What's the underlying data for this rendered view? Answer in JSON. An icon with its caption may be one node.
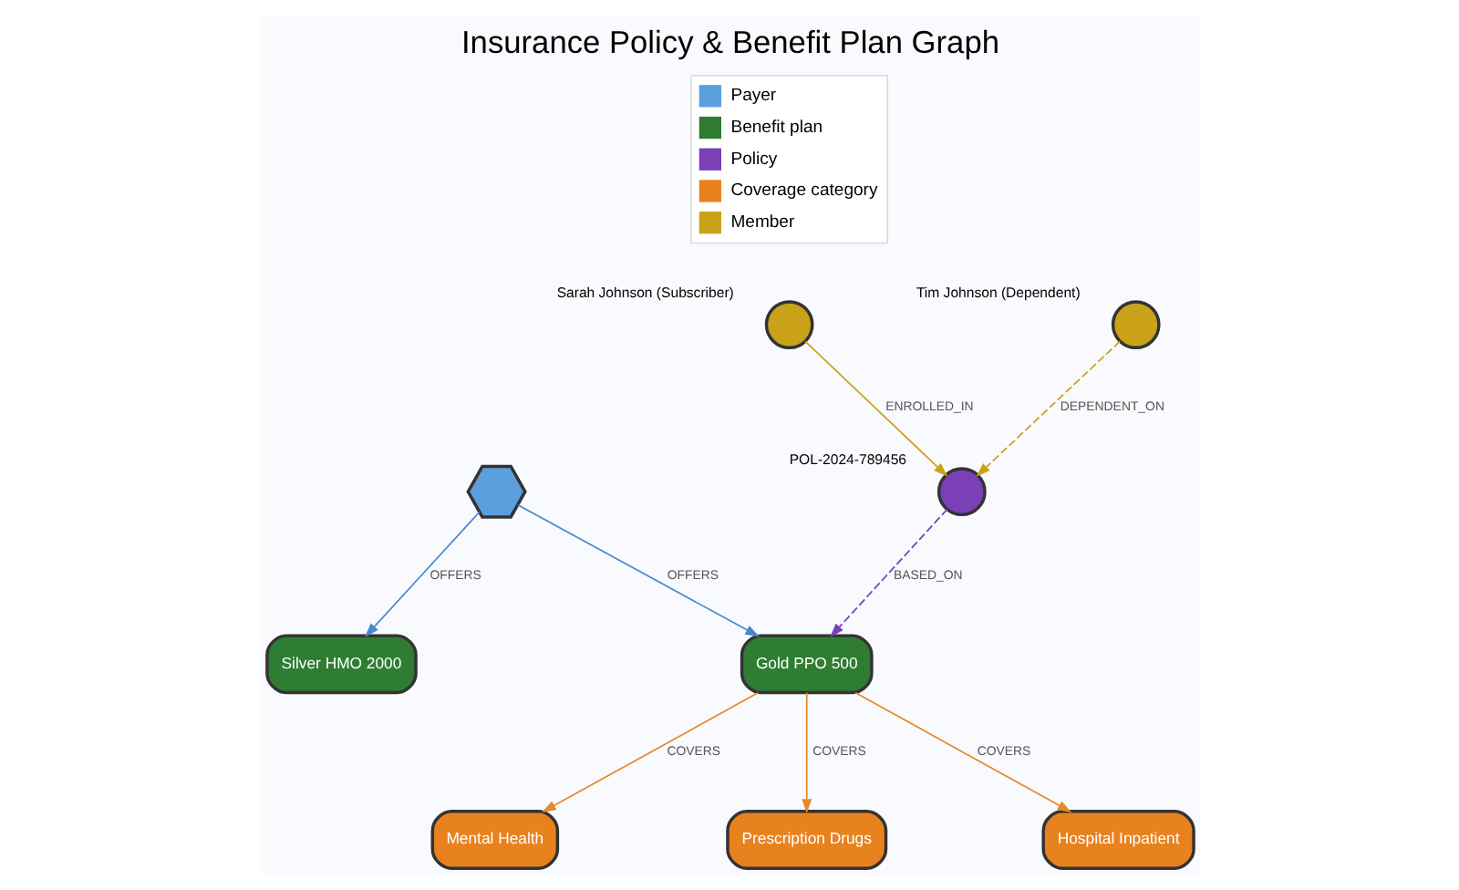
{
  "diagram": {
    "title": "Insurance Policy & Benefit Plan Graph",
    "nodes": [
      {
        "text": [],
        "shape": "hexagon"
      },
      {
        "text": [
          "Silver HMO 2000"
        ]
      },
      {
        "text": [
          "Mental Health"
        ]
      },
      {
        "text": [
          "Gold PPO 500"
        ]
      },
      {
        "text": [
          "Prescription Drugs"
        ]
      },
      {
        "text": [
          "Hospital Inpatient"
        ]
      },
      {
        "text": [],
        "shape": "circle",
        "beside": [
          "POL-2024-789456"
        ]
      },
      {
        "text": [],
        "shape": "circle",
        "beside": [
          "Sarah Johnson (Subscriber)"
        ]
      },
      {
        "text": [],
        "shape": "circle",
        "beside": [
          "Tim Johnson (Dependent)"
        ]
      }
    ],
    "edges": [
      {
        "from": 0,
        "to": 1,
        "arrow": "to",
        "label": "OFFERS",
        "color": "#4a86d0"
      },
      {
        "from": 0,
        "to": 3,
        "arrow": "to",
        "label": "OFFERS",
        "color": "#4a86d0"
      },
      {
        "from": 3,
        "to": 2,
        "arrow": "to",
        "label": "COVERS",
        "color": "#e8892a"
      },
      {
        "from": 3,
        "to": 4,
        "arrow": "to",
        "label": "COVERS",
        "color": "#e8892a"
      },
      {
        "from": 3,
        "to": 5,
        "arrow": "to",
        "label": "COVERS",
        "color": "#e8892a"
      },
      {
        "from": 6,
        "to": 3,
        "arrow": "to",
        "label": "BASED_ON",
        "style": "dashed",
        "color": "#7b3fb8"
      },
      {
        "from": 7,
        "to": 6,
        "arrow": "to",
        "label": "ENROLLED_IN",
        "color": "#c9a21a"
      },
      {
        "from": 8,
        "to": 6,
        "arrow": "to",
        "label": "DEPENDENT_ON",
        "style": "dashed",
        "color": "#c9a21a"
      }
    ],
    "legend": [
      {
        "text": "Payer",
        "color": "#5b9fdf"
      },
      {
        "text": "Benefit plan",
        "color": "#2e7d32"
      },
      {
        "text": "Policy",
        "color": "#7b3fb8"
      },
      {
        "text": "Coverage category",
        "color": "#e8821e"
      },
      {
        "text": "Member",
        "color": "#c9a21a"
      }
    ]
  }
}
